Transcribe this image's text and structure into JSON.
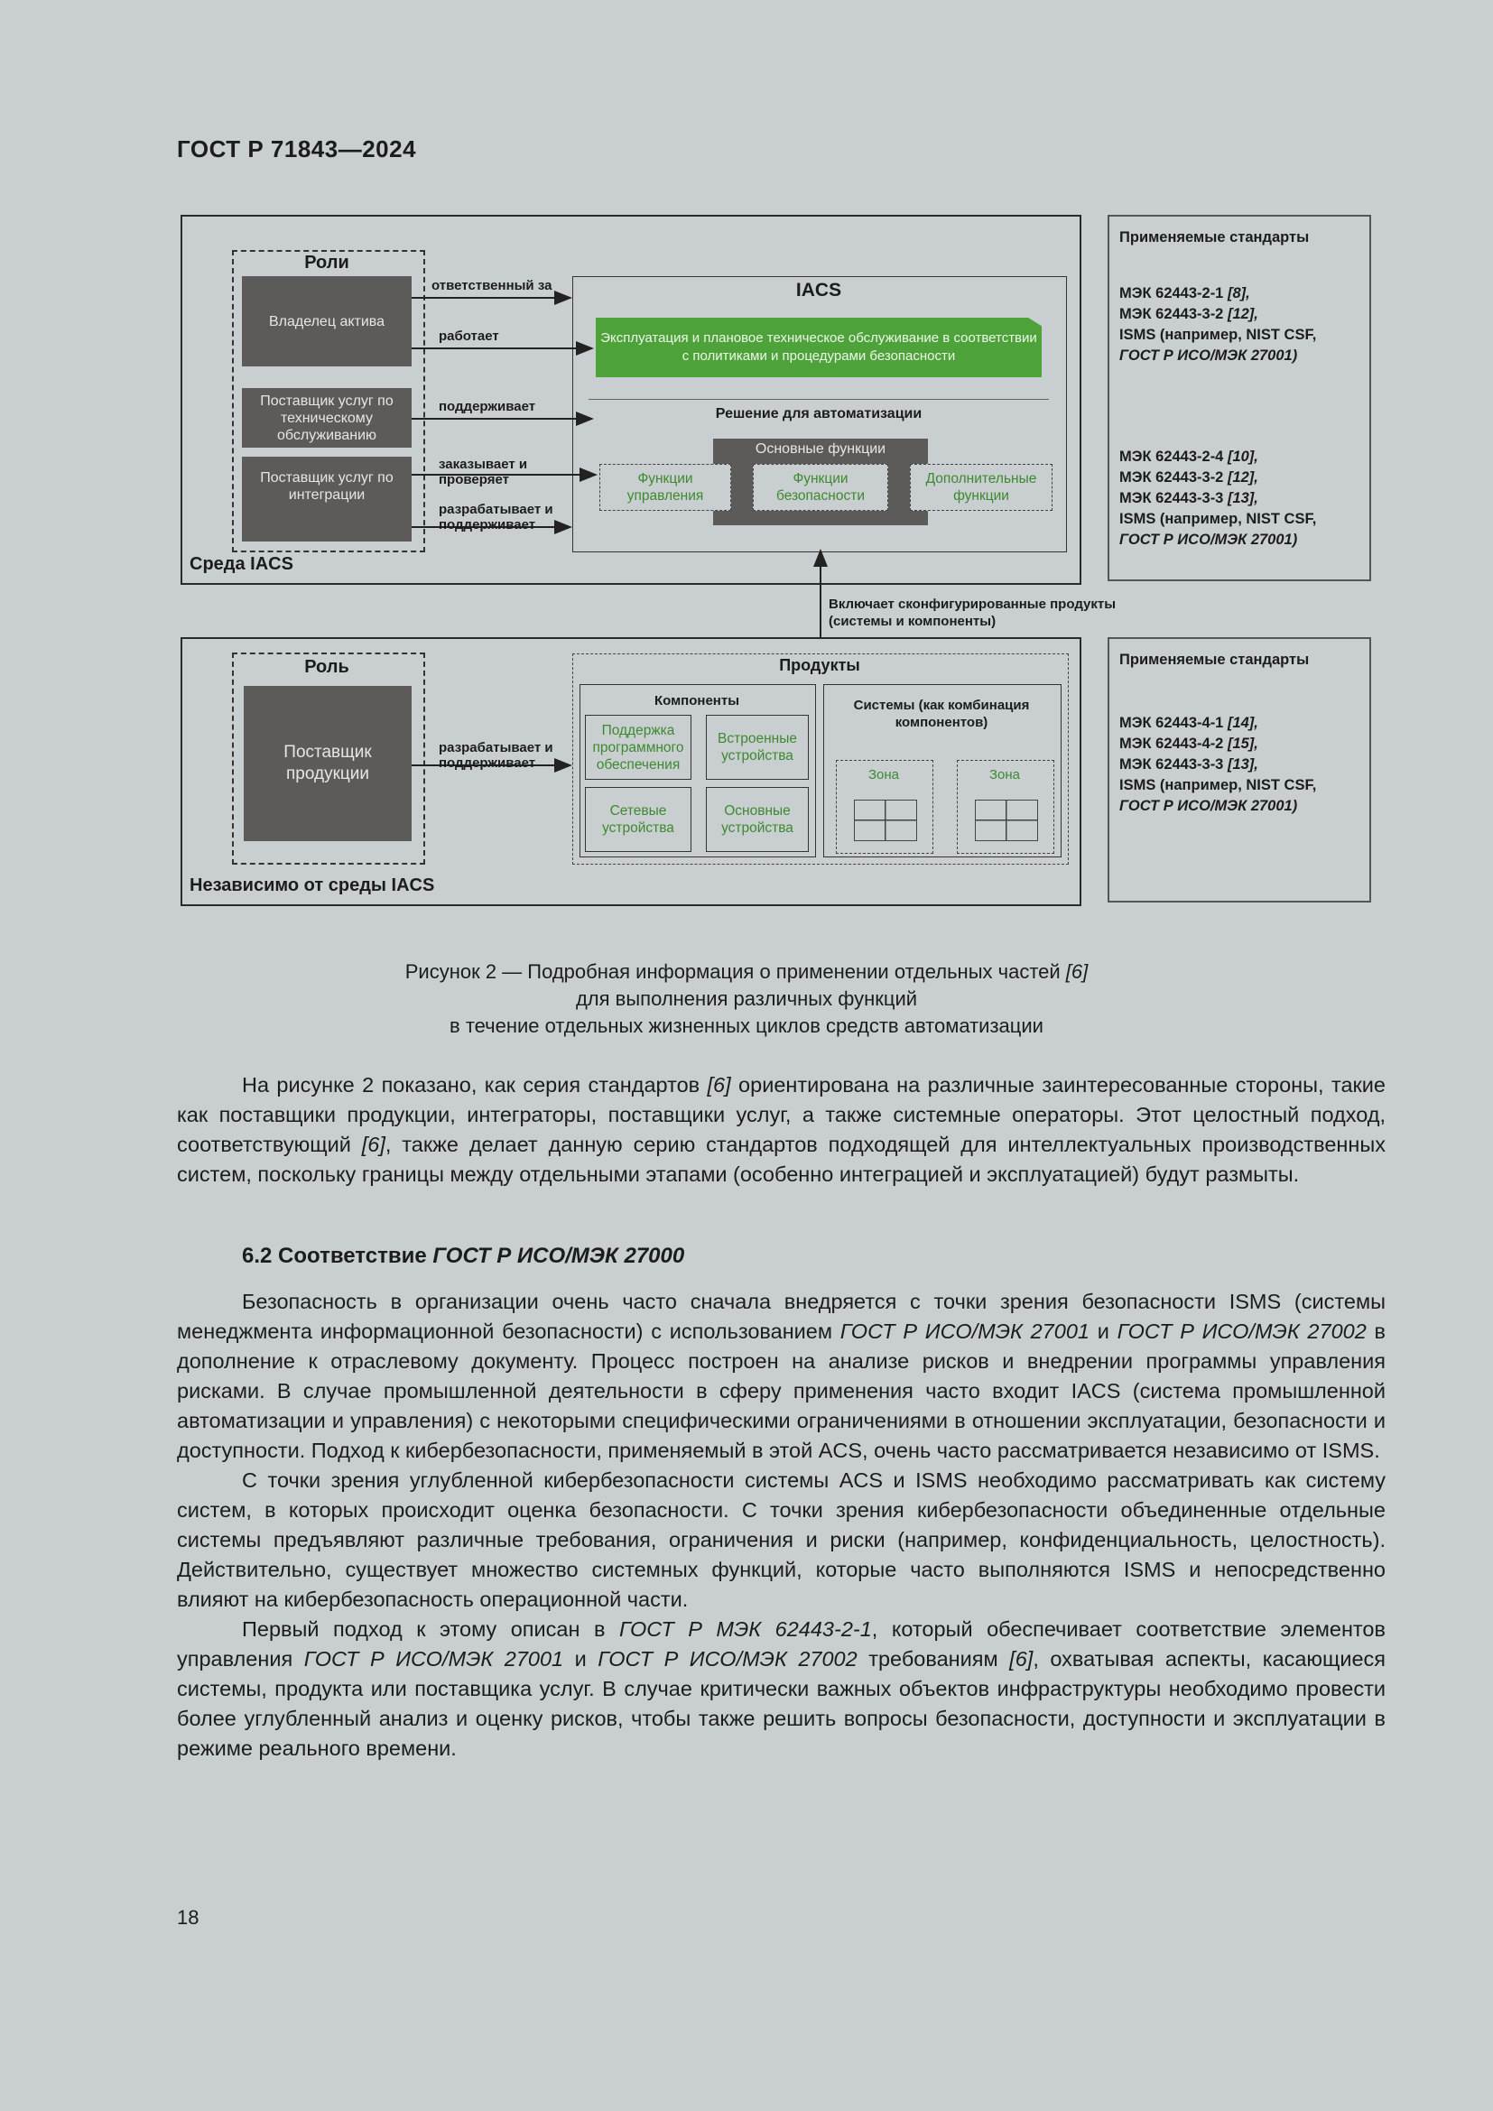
{
  "header": {
    "doc_id": "ГОСТ Р 71843—2024"
  },
  "figure": {
    "roles_title": "Роли",
    "role_asset_owner": "Владелец актива",
    "role_maintenance": "Поставщик услуг по техническому обслуживанию",
    "role_integration": "Поставщик услуг по интеграции",
    "arrow_responsible": "ответственный за",
    "arrow_operates": "работает",
    "arrow_supports": "поддерживает",
    "arrow_orders": "заказывает и проверяет",
    "arrow_develops_top": "разрабатывает и поддерживает",
    "iacs_title": "IACS",
    "operations_box": "Эксплуатация и плановое техническое обслуживание в соответствии с политиками и процедурами безопасности",
    "automation_title": "Решение для автоматизации",
    "core_functions": "Основные функции",
    "func_control": "Функции управления",
    "func_security": "Функции безопасности",
    "func_additional": "Дополнительные функции",
    "env_iacs": "Среда IACS",
    "includes_products": "Включает сконфигурированные продукты (системы и компоненты)",
    "role_title": "Роль",
    "role_product_supplier": "Поставщик продукции",
    "arrow_develops_bottom": "разрабатывает и поддерживает",
    "products_title": "Продукты",
    "components_title": "Компоненты",
    "comp_software": "Поддержка программного обеспечения",
    "comp_embedded": "Встроенные устройства",
    "comp_network": "Сетевые устройства",
    "comp_host": "Основные устройства",
    "systems_title": "Системы (как комбинация компонентов)",
    "zone_1": "Зона",
    "zone_2": "Зона",
    "independent_env": "Независимо от среды IACS",
    "std_top": {
      "title": "Применяемые стандарты",
      "group1": [
        {
          "text": "МЭК 62443-2-1 ",
          "ref": "[8],"
        },
        {
          "text": "МЭК 62443-3-2 ",
          "ref": "[12],"
        },
        {
          "text": "ISMS (например, NIST CSF,",
          "ref": ""
        },
        {
          "text": "",
          "ref": "ГОСТ Р ИСО/МЭК 27001)"
        }
      ],
      "group2": [
        {
          "text": "МЭК 62443-2-4 ",
          "ref": "[10],"
        },
        {
          "text": "МЭК 62443-3-2 ",
          "ref": "[12],"
        },
        {
          "text": "МЭК 62443-3-3 ",
          "ref": "[13],"
        },
        {
          "text": "ISMS (например, NIST CSF,",
          "ref": ""
        },
        {
          "text": "",
          "ref": "ГОСТ Р ИСО/МЭК 27001)"
        }
      ]
    },
    "std_bottom": {
      "title": "Применяемые стандарты",
      "group1": [
        {
          "text": "МЭК 62443-4-1 ",
          "ref": "[14],"
        },
        {
          "text": "МЭК 62443-4-2 ",
          "ref": "[15],"
        },
        {
          "text": "МЭК 62443-3-3 ",
          "ref": "[13],"
        },
        {
          "text": "ISMS (например, NIST CSF,",
          "ref": ""
        },
        {
          "text": "",
          "ref": "ГОСТ Р ИСО/МЭК 27001)"
        }
      ]
    },
    "colors": {
      "dark_box": "#5d5b59",
      "green_box": "#4ea23a",
      "green_text": "#3d8a2e"
    }
  },
  "caption": {
    "line1_a": "Рисунок 2 — Подробная информация о применении отдельных частей ",
    "line1_ref": "[6]",
    "line2": "для выполнения различных функций",
    "line3": "в течение отдельных жизненных циклов средств автоматизации"
  },
  "para1": [
    {
      "t": "На рисунке 2 показано, как серия стандартов "
    },
    {
      "i": "[6]"
    },
    {
      "t": " ориентирована на различные заинтересованные стороны, такие как поставщики продукции, интеграторы, поставщики услуг, а также системные операторы. Этот целостный подход, соответствующий "
    },
    {
      "i": "[6]"
    },
    {
      "t": ", также делает данную серию стандартов подходящей для интеллектуальных производственных систем, поскольку границы между отдельными этапами (особенно интеграцией и эксплуатацией) будут размыты."
    }
  ],
  "section": {
    "num_text": "6.2 Соответствие ",
    "ref": "ГОСТ Р ИСО/МЭК 27000"
  },
  "para2": [
    {
      "t": "Безопасность в организации очень часто сначала внедряется с точки зрения безопасности ISMS (системы менеджмента информационной безопасности) с использованием "
    },
    {
      "i": "ГОСТ Р ИСО/МЭК 27001"
    },
    {
      "t": " и "
    },
    {
      "i": "ГОСТ Р ИСО/МЭК 27002"
    },
    {
      "t": " в дополнение к отраслевому документу. Процесс построен на анализе рисков и внедрении программы управления рисками. В случае промышленной деятельности в сферу применения часто входит IACS (система промышленной автоматизации и управления) с некоторыми специфическими ограничениями в отношении эксплуатации, безопасности и доступности. Подход к кибербезопасности, применяемый в этой ACS, очень часто рассматривается независимо от ISMS."
    }
  ],
  "para3": [
    {
      "t": "С точки зрения углубленной кибербезопасности системы ACS и ISMS необходимо рассматривать как систему систем, в которых происходит оценка безопасности. С точки зрения кибербезопасности объединенные отдельные системы предъявляют различные требования, ограничения и риски (например, конфиденциальность, целостность). Действительно, существует множество системных функций, которые часто выполняются ISMS и непосредственно влияют на кибербезопасность операционной части."
    }
  ],
  "para4": [
    {
      "t": "Первый подход к этому описан в "
    },
    {
      "i": "ГОСТ Р МЭК 62443-2-1"
    },
    {
      "t": ", который обеспечивает соответствие элементов управления "
    },
    {
      "i": "ГОСТ Р ИСО/МЭК 27001"
    },
    {
      "t": " и "
    },
    {
      "i": "ГОСТ Р ИСО/МЭК 27002"
    },
    {
      "t": " требованиям "
    },
    {
      "i": "[6]"
    },
    {
      "t": ", охватывая аспекты, касающиеся системы, продукта или поставщика услуг. В случае критически важных объектов инфраструктуры необходимо провести более углубленный анализ и оценку рисков, чтобы также решить вопросы безопасности, доступности и эксплуатации в режиме реального времени."
    }
  ],
  "page_number": "18"
}
